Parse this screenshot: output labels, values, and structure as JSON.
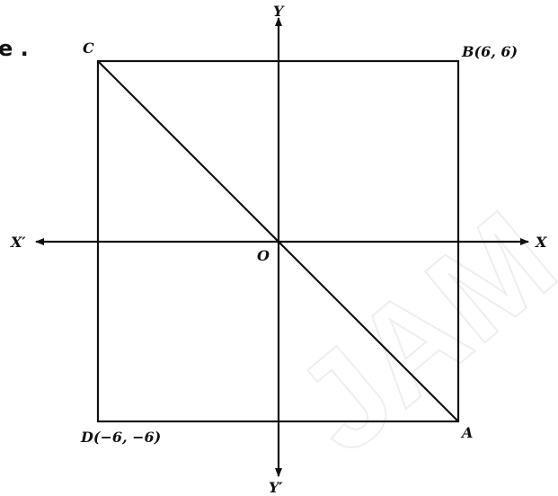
{
  "fragment_text": "e .",
  "watermark": "JAM",
  "points": {
    "origin": {
      "label": "O"
    },
    "a": {
      "label": "A"
    },
    "b": {
      "label": "B(6, 6)"
    },
    "c": {
      "label": "C"
    },
    "d": {
      "label": "D(−6, −6)"
    }
  },
  "axes": {
    "x_pos": "X",
    "x_neg": "X′",
    "y_pos": "Y",
    "y_neg": "Y′"
  },
  "colors": {
    "ink": "#111111",
    "watermark": "#eeeeee"
  }
}
